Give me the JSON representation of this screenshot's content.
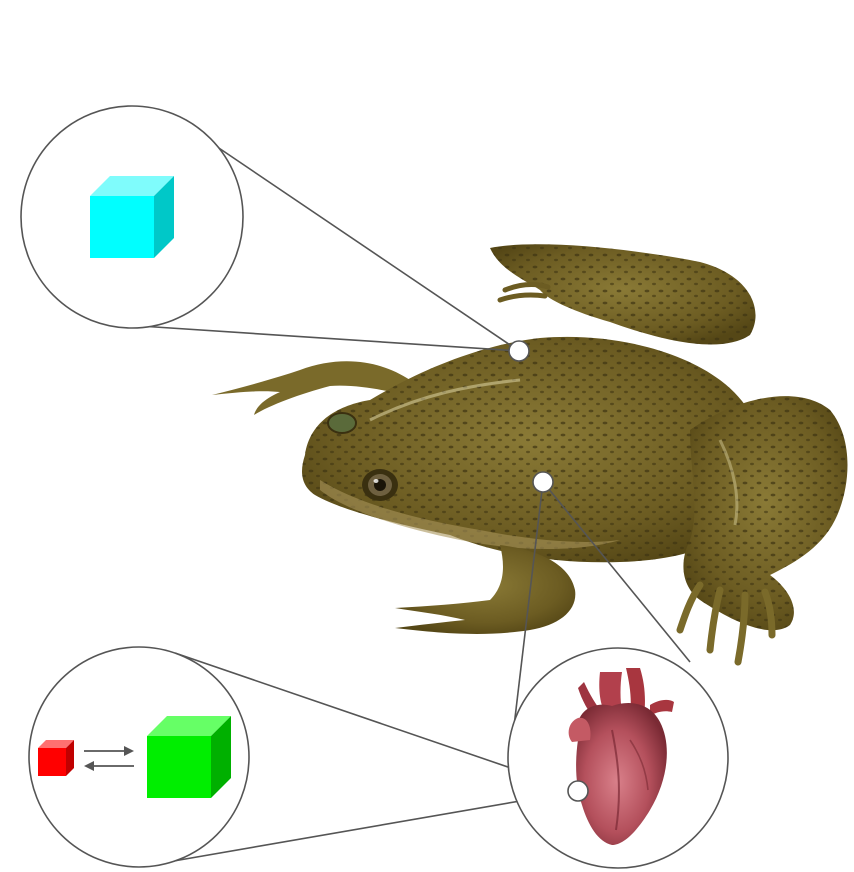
{
  "figure": {
    "subject": "frog-icon",
    "callouts": [
      {
        "name": "cyan-cube-callout",
        "icon": "cube-icon",
        "color": "#00ffff"
      },
      {
        "name": "cube-exchange-callout",
        "icons": [
          "small-cube-icon",
          "bidirectional-arrows-icon",
          "large-cube-icon"
        ],
        "colors": [
          "#ff0000",
          "#00ee00"
        ]
      },
      {
        "name": "heart-callout",
        "icon": "heart-icon",
        "color": "#c0505a"
      }
    ]
  },
  "colors": {
    "frog_skin": "#7a6a2a",
    "frog_spots": "#4a3e18",
    "frog_belly": "#a8955a",
    "callout_stroke": "#555555",
    "marker_fill": "#ffffff",
    "cube_cyan": "#00ffff",
    "cube_red": "#ff0000",
    "cube_green": "#00ee00",
    "heart": "#b84a55"
  }
}
